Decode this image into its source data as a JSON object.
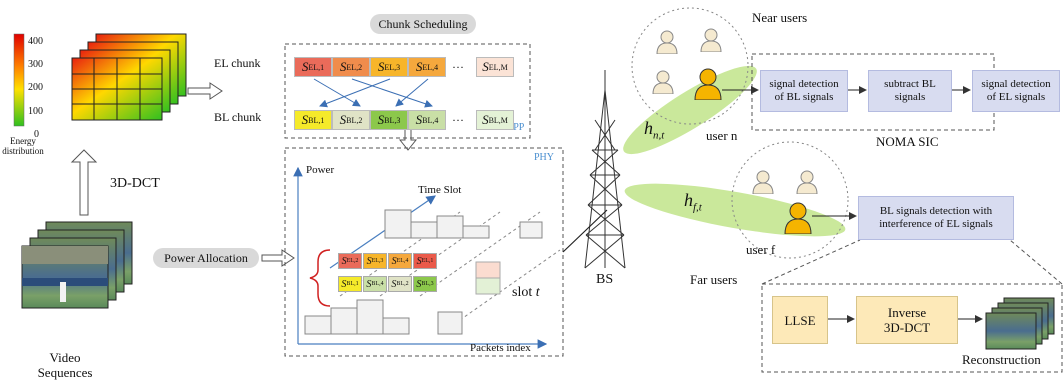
{
  "left": {
    "colorbar_ticks": [
      "400",
      "300",
      "200",
      "100",
      "0"
    ],
    "energy_label": "Energy\ndistribution",
    "dct_label": "3D-DCT",
    "video_label_1": "Video",
    "video_label_2": "Sequences"
  },
  "app": {
    "chunk_scheduling": "Chunk Scheduling",
    "el_chunk": "EL chunk",
    "bl_chunk": "BL chunk",
    "app_tag": "APP",
    "dots": "···",
    "el_cells": [
      {
        "base": "S",
        "sub": "EL,1",
        "color": "#ea6b5a"
      },
      {
        "base": "S",
        "sub": "EL,2",
        "color": "#f08c4c"
      },
      {
        "base": "S",
        "sub": "EL,3",
        "color": "#f7b52a"
      },
      {
        "base": "S",
        "sub": "EL,4",
        "color": "#f5a83d"
      },
      {
        "base": "S",
        "sub": "EL,M",
        "color": "#fbe3d6"
      }
    ],
    "bl_cells": [
      {
        "base": "S",
        "sub": "BL,1",
        "color": "#f5ea2a"
      },
      {
        "base": "S",
        "sub": "BL,2",
        "color": "#e0e3c6"
      },
      {
        "base": "S",
        "sub": "BL,3",
        "color": "#8cc84b"
      },
      {
        "base": "S",
        "sub": "BL,4",
        "color": "#c9dfa6"
      },
      {
        "base": "S",
        "sub": "BL,M",
        "color": "#e4f2d6"
      }
    ]
  },
  "phy": {
    "phy_tag": "PHY",
    "power_allocation": "Power Allocation",
    "power_axis": "Power",
    "time_slot": "Time Slot",
    "packets_index": "Packets index",
    "slot_label": "slot",
    "slot_var": "t",
    "top_row": [
      {
        "base": "S",
        "sub": "EL,2",
        "color": "#ea6b5a"
      },
      {
        "base": "S",
        "sub": "EL,3",
        "color": "#f7b52a"
      },
      {
        "base": "S",
        "sub": "EL,4",
        "color": "#f5a83d"
      },
      {
        "base": "S",
        "sub": "EL,1",
        "color": "#ea5a4a"
      }
    ],
    "bottom_row": [
      {
        "base": "S",
        "sub": "BL,1",
        "color": "#f5ea2a"
      },
      {
        "base": "S",
        "sub": "BL,4",
        "color": "#c9dfa6"
      },
      {
        "base": "S",
        "sub": "BL,2",
        "color": "#e0e3c6"
      },
      {
        "base": "S",
        "sub": "BL,3",
        "color": "#8cc84b"
      }
    ]
  },
  "right": {
    "bs_label": "BS",
    "near_users": "Near users",
    "far_users": "Far users",
    "user_n": "user n",
    "user_f": "user f",
    "h_n": "h",
    "h_n_sub": "n,t",
    "h_f": "h",
    "h_f_sub": "f,t",
    "sic_box_1": "signal detection\nof BL signals",
    "sic_box_2": "subtract BL\nsignals",
    "sic_box_3": "signal detection\nof EL signals",
    "noma_sic": "NOMA SIC",
    "far_box": "BL signals detection with\ninterference of EL signals",
    "llse": "LLSE",
    "inverse_dct": "Inverse\n3D-DCT",
    "reconstruction": "Reconstruction"
  }
}
